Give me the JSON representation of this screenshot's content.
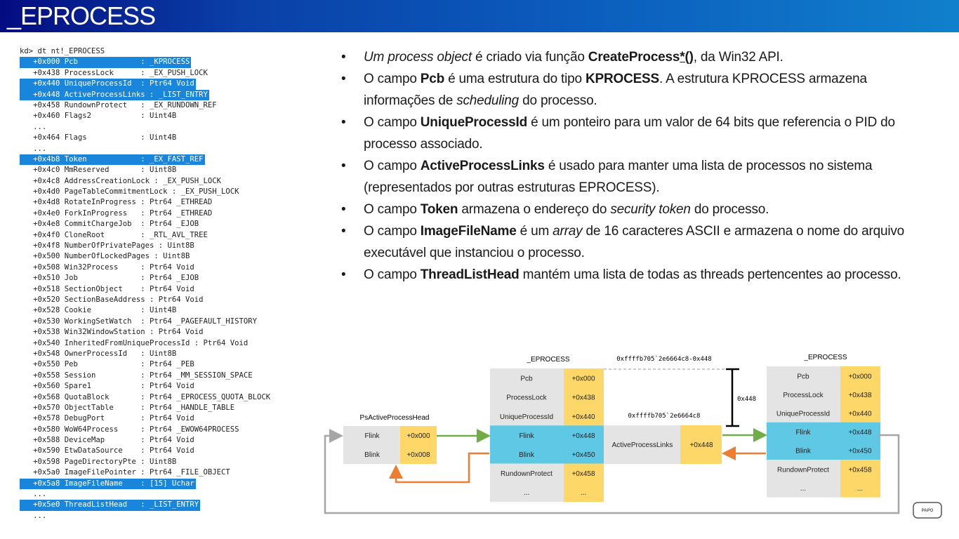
{
  "title": "_EPROCESS",
  "code": [
    {
      "text": "kd> dt nt!_EPROCESS",
      "hl": false
    },
    {
      "text": "   +0x000 Pcb              : _KPROCESS",
      "hl": true
    },
    {
      "text": "   +0x438 ProcessLock      : _EX_PUSH_LOCK",
      "hl": false
    },
    {
      "text": "   +0x440 UniqueProcessId  : Ptr64 Void",
      "hl": true
    },
    {
      "text": "   +0x448 ActiveProcessLinks : _LIST_ENTRY",
      "hl": true
    },
    {
      "text": "   +0x458 RundownProtect   : _EX_RUNDOWN_REF",
      "hl": false
    },
    {
      "text": "   +0x460 Flags2           : Uint4B",
      "hl": false
    },
    {
      "text": "   ...",
      "hl": false
    },
    {
      "text": "   +0x464 Flags            : Uint4B",
      "hl": false
    },
    {
      "text": "   ...",
      "hl": false
    },
    {
      "text": "   +0x4b8 Token            : _EX_FAST_REF",
      "hl": true
    },
    {
      "text": "   +0x4c0 MmReserved       : Uint8B",
      "hl": false
    },
    {
      "text": "   +0x4c8 AddressCreationLock : _EX_PUSH_LOCK",
      "hl": false
    },
    {
      "text": "   +0x4d0 PageTableCommitmentLock : _EX_PUSH_LOCK",
      "hl": false
    },
    {
      "text": "   +0x4d8 RotateInProgress : Ptr64 _ETHREAD",
      "hl": false
    },
    {
      "text": "   +0x4e0 ForkInProgress   : Ptr64 _ETHREAD",
      "hl": false
    },
    {
      "text": "   +0x4e8 CommitChargeJob  : Ptr64 _EJOB",
      "hl": false
    },
    {
      "text": "   +0x4f0 CloneRoot        : _RTL_AVL_TREE",
      "hl": false
    },
    {
      "text": "   +0x4f8 NumberOfPrivatePages : Uint8B",
      "hl": false
    },
    {
      "text": "   +0x500 NumberOfLockedPages : Uint8B",
      "hl": false
    },
    {
      "text": "   +0x508 Win32Process     : Ptr64 Void",
      "hl": false
    },
    {
      "text": "   +0x510 Job              : Ptr64 _EJOB",
      "hl": false
    },
    {
      "text": "   +0x518 SectionObject    : Ptr64 Void",
      "hl": false
    },
    {
      "text": "   +0x520 SectionBaseAddress : Ptr64 Void",
      "hl": false
    },
    {
      "text": "   +0x528 Cookie           : Uint4B",
      "hl": false
    },
    {
      "text": "   +0x530 WorkingSetWatch  : Ptr64 _PAGEFAULT_HISTORY",
      "hl": false
    },
    {
      "text": "   +0x538 Win32WindowStation : Ptr64 Void",
      "hl": false
    },
    {
      "text": "   +0x540 InheritedFromUniqueProcessId : Ptr64 Void",
      "hl": false
    },
    {
      "text": "   +0x548 OwnerProcessId   : Uint8B",
      "hl": false
    },
    {
      "text": "   +0x550 Peb              : Ptr64 _PEB",
      "hl": false
    },
    {
      "text": "   +0x558 Session          : Ptr64 _MM_SESSION_SPACE",
      "hl": false
    },
    {
      "text": "   +0x560 Spare1           : Ptr64 Void",
      "hl": false
    },
    {
      "text": "   +0x568 QuotaBlock       : Ptr64 _EPROCESS_QUOTA_BLOCK",
      "hl": false
    },
    {
      "text": "   +0x570 ObjectTable      : Ptr64 _HANDLE_TABLE",
      "hl": false
    },
    {
      "text": "   +0x578 DebugPort        : Ptr64 Void",
      "hl": false
    },
    {
      "text": "   +0x580 WoW64Process     : Ptr64 _EWOW64PROCESS",
      "hl": false
    },
    {
      "text": "   +0x588 DeviceMap        : Ptr64 Void",
      "hl": false
    },
    {
      "text": "   +0x590 EtwDataSource    : Ptr64 Void",
      "hl": false
    },
    {
      "text": "   +0x598 PageDirectoryPte : Uint8B",
      "hl": false
    },
    {
      "text": "   +0x5a0 ImageFilePointer : Ptr64 _FILE_OBJECT",
      "hl": false
    },
    {
      "text": "   +0x5a8 ImageFileName    : [15] Uchar",
      "hl": true
    },
    {
      "text": "   ...",
      "hl": false
    },
    {
      "text": "   +0x5e0 ThreadListHead   : _LIST_ENTRY",
      "hl": true
    },
    {
      "text": "   ...",
      "hl": false
    }
  ],
  "bullets": [
    [
      {
        "t": "Um process object",
        "i": true
      },
      {
        "t": " é criado via função "
      },
      {
        "t": "CreateProcess",
        "b": true
      },
      {
        "t": "*()",
        "b": true,
        "u": true
      },
      {
        "t": ", da Win32 API."
      }
    ],
    [
      {
        "t": "O campo "
      },
      {
        "t": "Pcb",
        "b": true
      },
      {
        "t": " é uma estrutura do tipo "
      },
      {
        "t": "KPROCESS",
        "b": true
      },
      {
        "t": ". A estrutura KPROCESS armazena informações de "
      },
      {
        "t": "scheduling",
        "i": true
      },
      {
        "t": " do processo."
      }
    ],
    [
      {
        "t": "O campo "
      },
      {
        "t": "UniqueProcessId",
        "b": true
      },
      {
        "t": " é um ponteiro para um valor de 64 bits que referencia o PID do processo associado."
      }
    ],
    [
      {
        "t": "O campo "
      },
      {
        "t": "ActiveProcessLinks",
        "b": true
      },
      {
        "t": " é usado para manter uma lista de processos no sistema (representados por outras estruturas EPROCESS)."
      }
    ],
    [
      {
        "t": "O campo "
      },
      {
        "t": "Token",
        "b": true
      },
      {
        "t": " armazena o endereço do "
      },
      {
        "t": "security token",
        "i": true
      },
      {
        "t": " do processo."
      }
    ],
    [
      {
        "t": "O campo "
      },
      {
        "t": "ImageFileName",
        "b": true
      },
      {
        "t": " é um "
      },
      {
        "t": "array",
        "i": true
      },
      {
        "t": " de 16 caracteres ASCII e armazena o nome do arquivo executável que instanciou o processo."
      }
    ],
    [
      {
        "t": "O campo "
      },
      {
        "t": "ThreadListHead",
        "b": true
      },
      {
        "t": " mantém uma lista de todas as threads pertencentes ao processo."
      }
    ]
  ],
  "bullet_char": "•",
  "diagram": {
    "head_title": "PsActiveProcessHead",
    "head_rows": [
      {
        "name": "Flink",
        "off": "+0x000"
      },
      {
        "name": "Blink",
        "off": "+0x008"
      }
    ],
    "eprocess_title": "_EPROCESS",
    "eprocess_rows": [
      {
        "name": "Pcb",
        "off": "+0x000"
      },
      {
        "name": "ProcessLock",
        "off": "+0x438"
      },
      {
        "name": "UniqueProcessId",
        "off": "+0x440"
      },
      {
        "name": "Flink",
        "off": "+0x448"
      },
      {
        "name": "Blink",
        "off": "+0x450"
      },
      {
        "name": "RundownProtect",
        "off": "+0x458"
      },
      {
        "name": "...",
        "off": "..."
      }
    ],
    "apl_name": "ActiveProcessLinks",
    "apl_off": "+0x448",
    "addr_base": "0xffffb705`2e6664c8-0x448",
    "addr_links": "0xffffb705`2e6664c8",
    "distance": "0x448",
    "logo": "PAPO BINÁRIO",
    "colors": {
      "gray": "#e4e4e4",
      "yellow": "#fdd868",
      "blue": "#5ec8e5",
      "green": "#70ad47",
      "orange": "#ed7d31",
      "loop": "#a6a6a6"
    }
  }
}
